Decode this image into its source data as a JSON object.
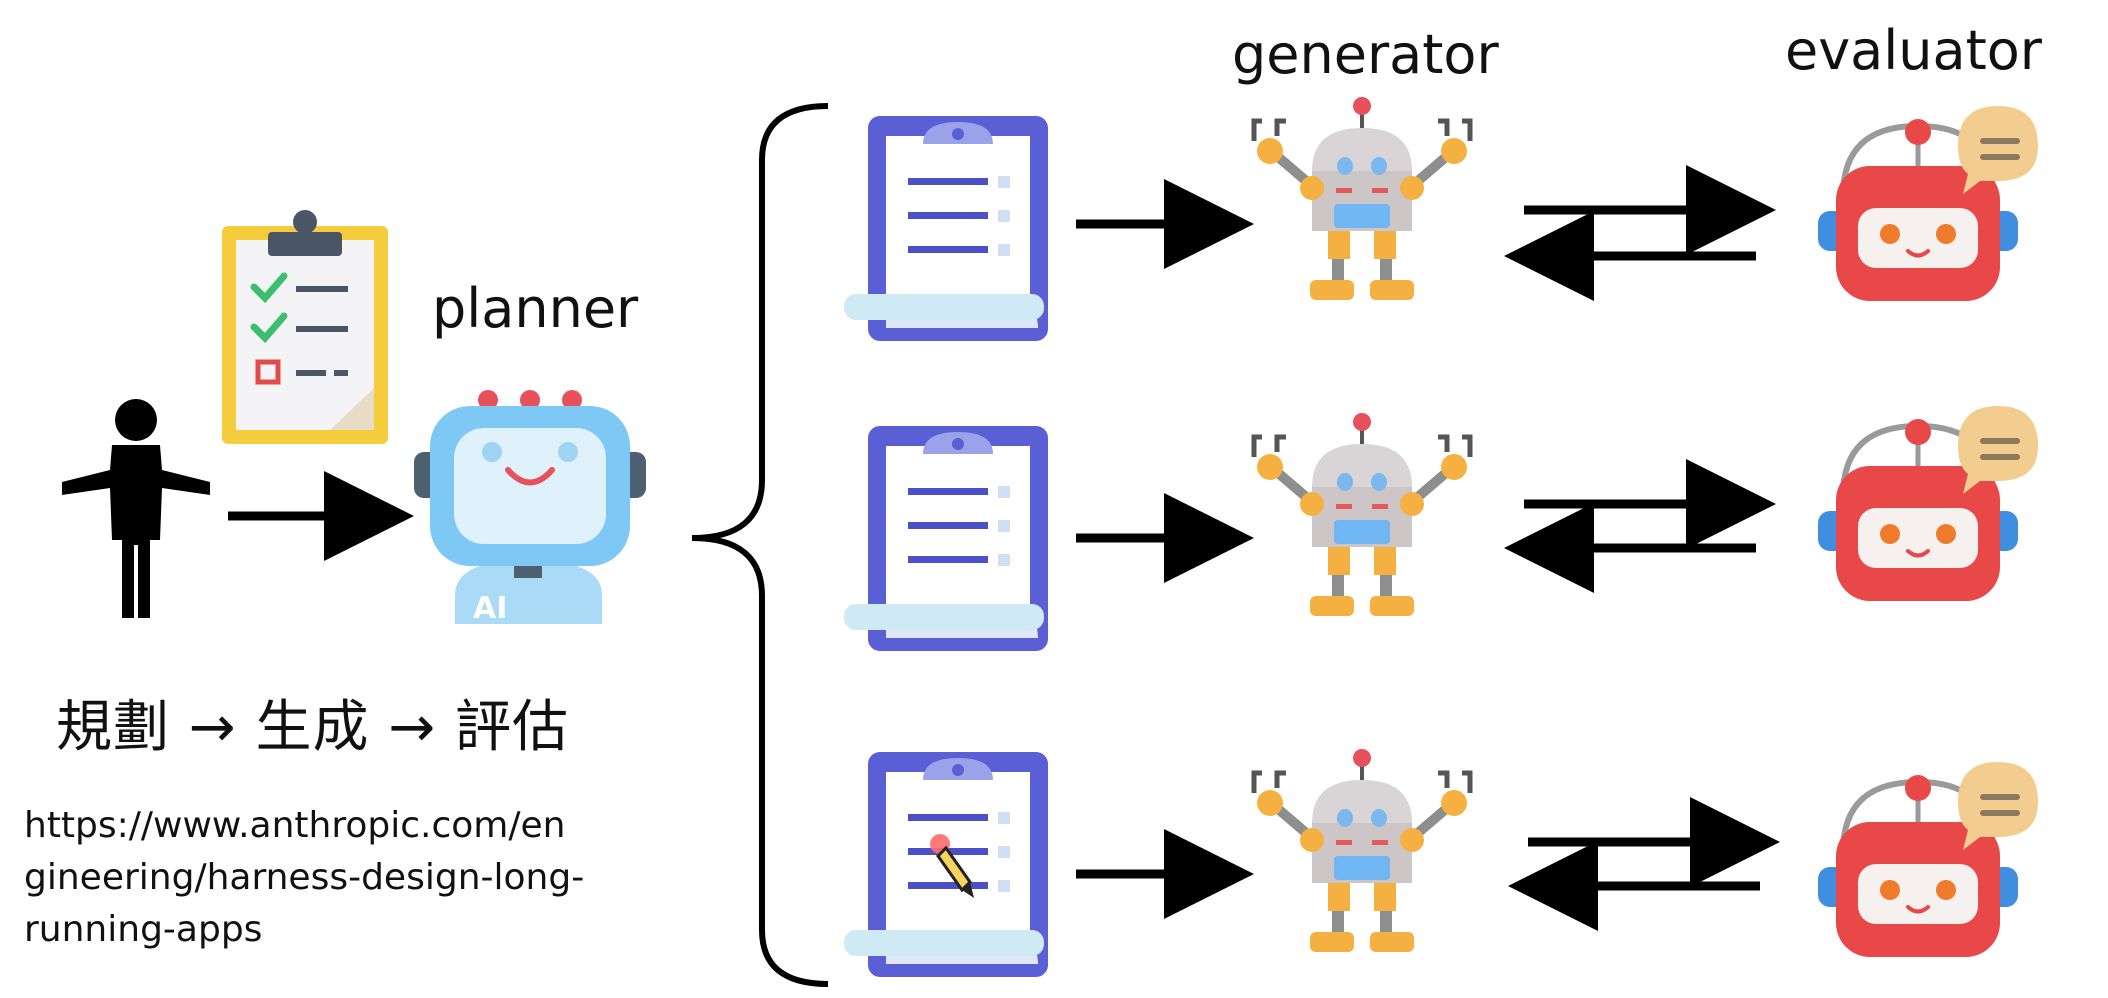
{
  "labels": {
    "planner": "planner",
    "generator": "generator",
    "evaluator": "evaluator",
    "flow": "規劃 → 生成 → 評估",
    "url_lines": [
      "https://www.anthropic.com/en",
      "gineering/harness-design-long-",
      "running-apps"
    ]
  },
  "nodes": {
    "user": {
      "icon": "person-icon"
    },
    "plan_doc": {
      "icon": "checklist-clipboard-icon"
    },
    "planner": {
      "icon": "ai-robot-icon",
      "badge": "AI"
    },
    "tasks": [
      {
        "icon": "task-clipboard-icon"
      },
      {
        "icon": "task-clipboard-icon"
      },
      {
        "icon": "task-clipboard-editing-icon"
      }
    ],
    "generators": [
      {
        "icon": "generator-robot-icon"
      },
      {
        "icon": "generator-robot-icon"
      },
      {
        "icon": "generator-robot-icon"
      }
    ],
    "evaluators": [
      {
        "icon": "evaluator-robot-icon"
      },
      {
        "icon": "evaluator-robot-icon"
      },
      {
        "icon": "evaluator-robot-icon"
      }
    ]
  },
  "colors": {
    "arrow": "#000000",
    "clipboard_board": "#5b5fd6",
    "clipboard_clip": "#9aa3ea",
    "planner_robot": "#7ec8f5",
    "generator_body": "#c9c2c2",
    "generator_joint": "#f4b041",
    "evaluator_body": "#e84848",
    "evaluator_ear": "#3f8ee0",
    "speech_bubble": "#f3cd8f",
    "checklist_frame": "#f5cc3c"
  }
}
